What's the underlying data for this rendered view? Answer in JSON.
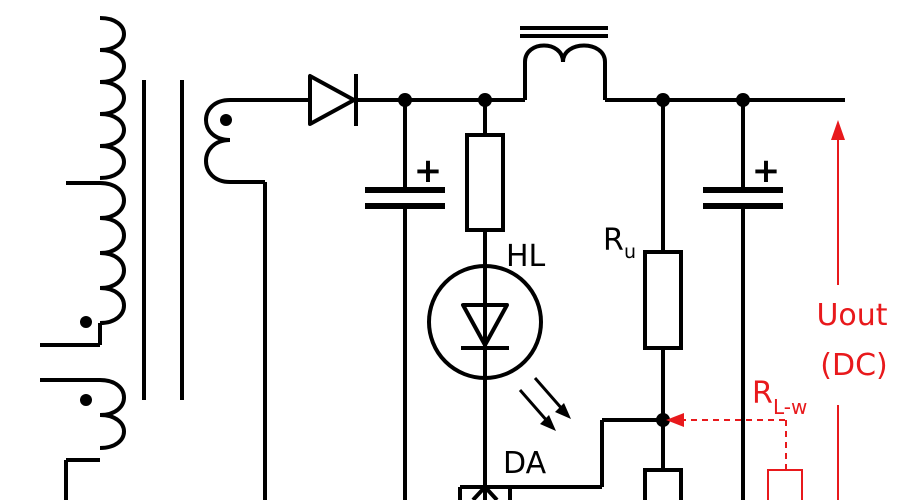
{
  "labels": {
    "hl": "HL",
    "ru_main": "R",
    "ru_sub": "u",
    "uout": "Uout",
    "dc": "(DC)",
    "rlw_main": "R",
    "rlw_sub": "L-w",
    "da": "DA",
    "plus": "+"
  },
  "colors": {
    "wire": "#000000",
    "annotation": "#e8191c",
    "background": "#ffffff"
  }
}
